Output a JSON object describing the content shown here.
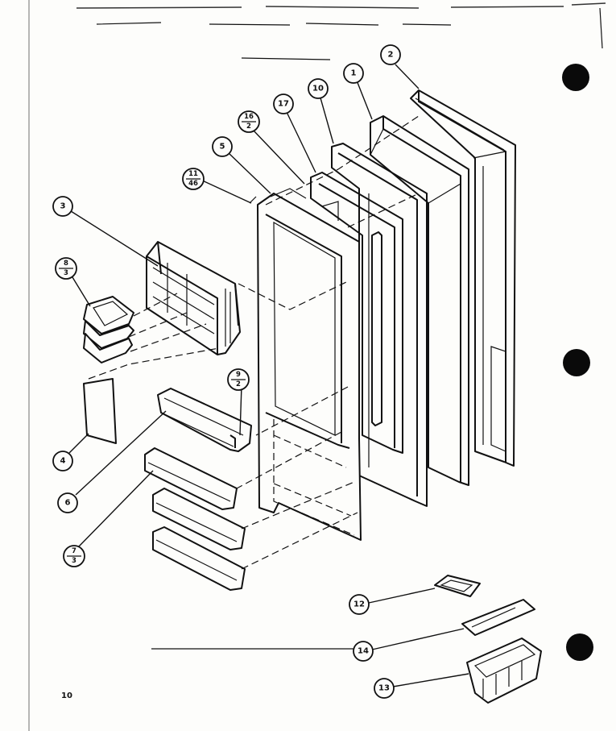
{
  "page_number": "10",
  "callouts": [
    {
      "id": "part-1",
      "label": "1"
    },
    {
      "id": "part-2",
      "label": "2"
    },
    {
      "id": "part-3",
      "label": "3"
    },
    {
      "id": "part-4",
      "label": "4"
    },
    {
      "id": "part-5",
      "label": "5"
    },
    {
      "id": "part-6",
      "label": "6"
    },
    {
      "id": "part-10",
      "label": "10"
    },
    {
      "id": "part-12",
      "label": "12"
    },
    {
      "id": "part-13",
      "label": "13"
    },
    {
      "id": "part-14",
      "label": "14"
    },
    {
      "id": "part-17",
      "label": "17"
    }
  ],
  "fraction_callouts": [
    {
      "id": "part-7-3",
      "top": "7",
      "bottom": "3"
    },
    {
      "id": "part-8-3",
      "top": "8",
      "bottom": "3"
    },
    {
      "id": "part-9-2",
      "top": "9",
      "bottom": "2"
    },
    {
      "id": "part-11-46",
      "top": "11",
      "bottom": "46"
    },
    {
      "id": "part-16-2",
      "top": "16",
      "bottom": "2"
    }
  ]
}
